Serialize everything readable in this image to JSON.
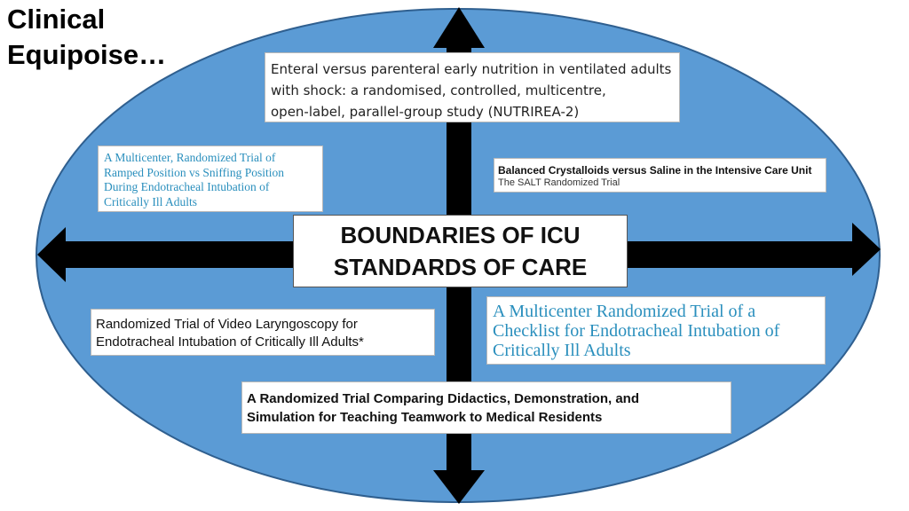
{
  "slide": {
    "title_lines": [
      "Clinical",
      "Equipoise…"
    ]
  },
  "center": {
    "lines": [
      "BOUNDARIES OF ICU",
      "STANDARDS OF CARE"
    ]
  },
  "trials": {
    "top": [
      "Enteral versus parenteral early nutrition in ventilated adults",
      "with shock: a randomised, controlled, multicentre,",
      "open-label, parallel-group study (NUTRIREA-2)"
    ],
    "left": [
      "A Multicenter, Randomized Trial of",
      "Ramped Position vs Sniffing Position",
      "During Endotracheal Intubation of",
      "Critically Ill Adults"
    ],
    "right": {
      "title": "Balanced Crystalloids versus Saline in the Intensive Care Unit",
      "subtitle": "The SALT Randomized Trial"
    },
    "bottom_left": [
      "Randomized Trial of Video Laryngoscopy for",
      "Endotracheal Intubation of Critically Ill Adults*"
    ],
    "bottom_right": [
      "A Multicenter Randomized Trial of a",
      "Checklist for Endotracheal Intubation of",
      "Critically Ill Adults"
    ],
    "bottom": [
      "A Randomized Trial Comparing Didactics, Demonstration, and",
      "Simulation for Teaching Teamwork to Medical Residents"
    ]
  },
  "colors": {
    "ellipse_fill": "#5b9bd5",
    "ellipse_stroke": "#2f5f8f",
    "arrow": "#000000",
    "accent_text": "#2a8fbd"
  }
}
